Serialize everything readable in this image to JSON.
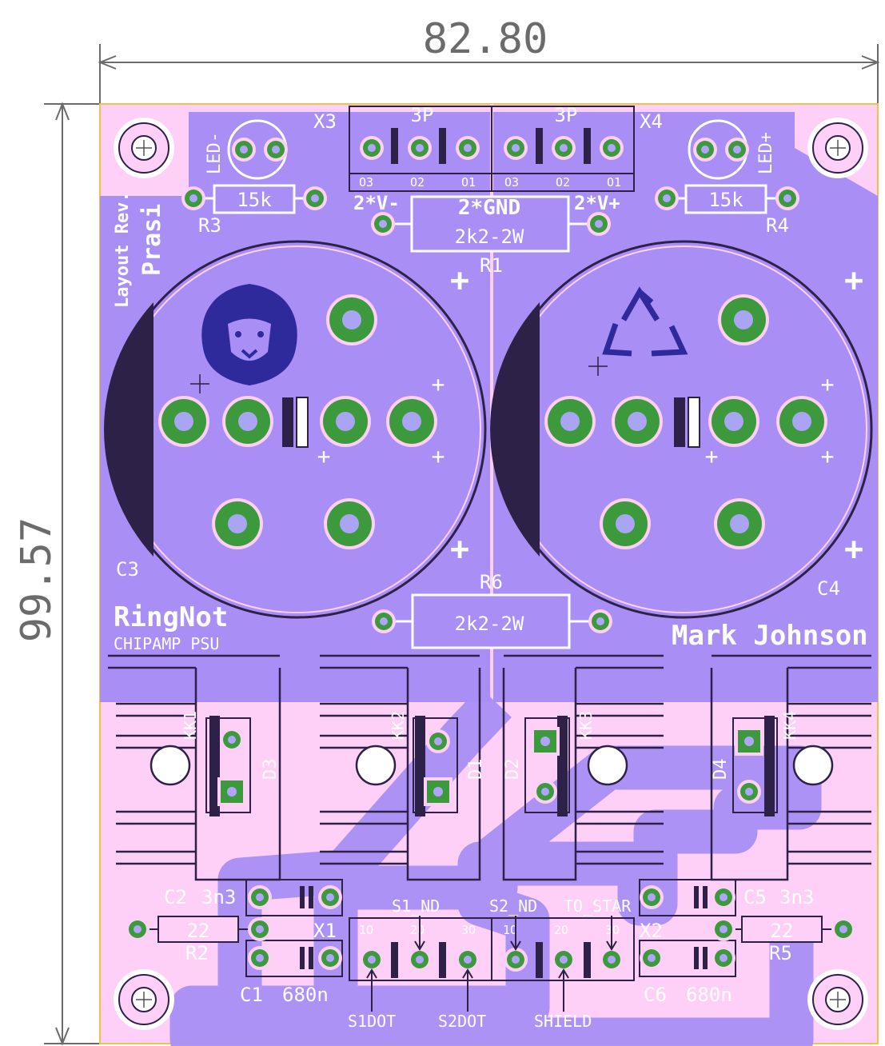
{
  "dimensions": {
    "width": "82.80",
    "height": "99.57"
  },
  "board": {
    "title": "RingNot",
    "subtitle": "CHIPAMP PSU",
    "author": "Mark Johnson",
    "layout_credit": "Layout Rev.",
    "layout_author": "Prasi"
  },
  "connectors": {
    "x3": {
      "ref": "X3",
      "type": "3P",
      "pins": [
        "O3",
        "O2",
        "O1"
      ]
    },
    "x4": {
      "ref": "X4",
      "type": "3P",
      "pins": [
        "O3",
        "O2",
        "O1"
      ]
    },
    "x1": {
      "ref": "X1",
      "pins": [
        "1O",
        "2O",
        "3O"
      ]
    },
    "x2": {
      "ref": "X2",
      "pins": [
        "1O",
        "2O",
        "3O"
      ]
    }
  },
  "net_labels": {
    "v_minus": "2*V-",
    "gnd": "2*GND",
    "v_plus": "2*V+",
    "led_minus": "LED-",
    "led_plus": "LED+",
    "s1_nd": "S1_ND",
    "s2_nd": "S2_ND",
    "to_star": "TO_STAR",
    "s1dot": "S1DOT",
    "s2dot": "S2DOT",
    "shield": "SHIELD"
  },
  "components": {
    "r1": {
      "ref": "R1",
      "value": "2k2-2W"
    },
    "r6": {
      "ref": "R6",
      "value": "2k2-2W"
    },
    "r3": {
      "ref": "R3",
      "value": "15k"
    },
    "r4": {
      "ref": "R4",
      "value": "15k"
    },
    "r2": {
      "ref": "R2",
      "value": "22"
    },
    "r5": {
      "ref": "R5",
      "value": "22"
    },
    "c1": {
      "ref": "C1",
      "value": "680n"
    },
    "c2": {
      "ref": "C2",
      "value": "3n3"
    },
    "c3": {
      "ref": "C3"
    },
    "c4": {
      "ref": "C4"
    },
    "c5": {
      "ref": "C5",
      "value": "3n3"
    },
    "c6": {
      "ref": "C6",
      "value": "680n"
    },
    "d1": {
      "ref": "D1"
    },
    "d2": {
      "ref": "D2"
    },
    "d3": {
      "ref": "D3"
    },
    "d4": {
      "ref": "D4"
    },
    "kk1": {
      "ref": "KK1"
    },
    "kk2": {
      "ref": "KK2"
    },
    "kk3": {
      "ref": "KK3"
    },
    "kk4": {
      "ref": "KK4"
    }
  },
  "colors": {
    "board": "#ffd0f7",
    "copper": "#a98ef6",
    "pad": "#3c9a3c",
    "silk": "#ffffff",
    "edge": "#f2c14a",
    "dimension": "#6b6b6b",
    "logo": "#2f2a9c"
  }
}
